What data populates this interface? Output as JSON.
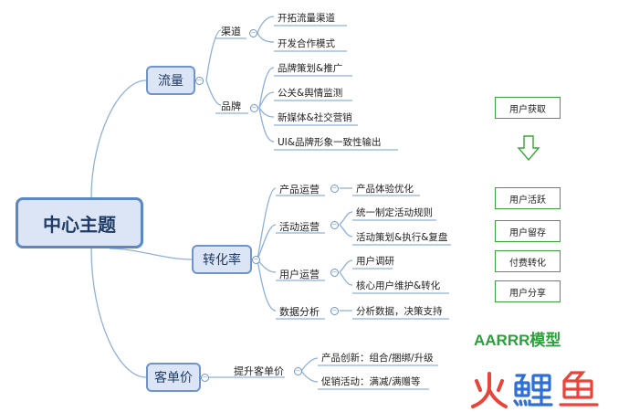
{
  "central": "中心主题",
  "branches": {
    "traffic": {
      "label": "流量",
      "groups": [
        {
          "label": "渠道",
          "items": [
            "开拓流量渠道",
            "开发合作模式"
          ]
        },
        {
          "label": "品牌",
          "items": [
            "品牌策划&推广",
            "公关&舆情监测",
            "新媒体&社交营销",
            "UI&品牌形象一致性输出"
          ]
        }
      ]
    },
    "conversion": {
      "label": "转化率",
      "groups": [
        {
          "label": "产品运营",
          "items": [
            "产品体验优化"
          ]
        },
        {
          "label": "活动运营",
          "items": [
            "统一制定活动规则",
            "活动策划&执行&复盘"
          ]
        },
        {
          "label": "用户运营",
          "items": [
            "用户调研",
            "核心用户维护&转化"
          ]
        },
        {
          "label": "数据分析",
          "items": [
            "分析数据，决策支持"
          ]
        }
      ]
    },
    "aov": {
      "label": "客单价",
      "groups": [
        {
          "label": "提升客单价",
          "items": [
            "产品创新：组合/捆绑/升级",
            "促销活动：满减/满赠等"
          ]
        }
      ]
    }
  },
  "aarrr": {
    "stages": [
      "用户获取",
      "用户活跃",
      "用户留存",
      "付费转化",
      "用户分享"
    ],
    "title": "AARRR模型",
    "colors": {
      "border": "#3aa637",
      "title": "#2aa13a"
    }
  },
  "logo": {
    "text": "火鲤鱼",
    "colors": {
      "fire": "#e8443a",
      "carp": "#2f6fd6"
    }
  },
  "colors": {
    "node_fill": "#dbe5f5",
    "node_border": "#6d95cc",
    "connector": "#8fb0dc"
  }
}
